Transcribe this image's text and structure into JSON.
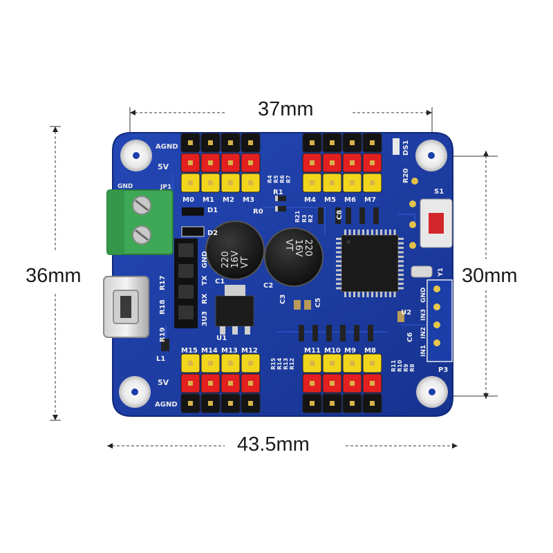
{
  "dimensions": {
    "top_width": "37mm",
    "bottom_width": "43.5mm",
    "left_height": "36mm",
    "right_height": "30mm"
  },
  "pcb": {
    "board_color": "#1b3fa8",
    "left_power_labels": {
      "agnd": "AGND",
      "v5": "5V"
    },
    "bottom_power_labels": {
      "v5": "5V",
      "agnd": "AGND"
    },
    "top_left_servo_labels": [
      "M0",
      "M1",
      "M2",
      "M3"
    ],
    "top_right_servo_labels": [
      "M4",
      "M5",
      "M6",
      "M7"
    ],
    "bottom_left_servo_labels": [
      "M15",
      "M14",
      "M13",
      "M12"
    ],
    "bottom_right_servo_labels": [
      "M11",
      "M10",
      "M9",
      "M8"
    ],
    "capacitor_text": {
      "value": "220",
      "voltage": "16V",
      "brand": "VT"
    },
    "uart_labels": [
      "GND",
      "TX",
      "RX",
      "3U3"
    ],
    "p3_labels": [
      "GND",
      "IN3",
      "IN2",
      "IN1"
    ],
    "component_labels": {
      "r1": "R1",
      "r0": "R0",
      "d1": "D1",
      "d2": "D2",
      "c1": "C1",
      "c2": "C2",
      "c3": "C3",
      "c5": "C5",
      "c6": "C6",
      "c8": "C8",
      "u1": "U1",
      "u2": "U2",
      "r17": "R17",
      "r18": "R18",
      "r19": "R19",
      "l1": "L1",
      "r20": "R20",
      "s1": "S1",
      "p3": "P3",
      "gnd": "GND",
      "jp1": "JP1",
      "ds1": "DS1",
      "y1": "Y1",
      "rs4": "R4",
      "rs5": "R5",
      "rs6": "R6",
      "rs7": "R7",
      "r21": "R21",
      "r3": "R3",
      "r2": "R2",
      "r12": "R12",
      "r13": "R13",
      "r14": "R14",
      "r15": "R15",
      "r11": "R11",
      "r10": "R10",
      "r9": "R9",
      "r8": "R8"
    }
  }
}
